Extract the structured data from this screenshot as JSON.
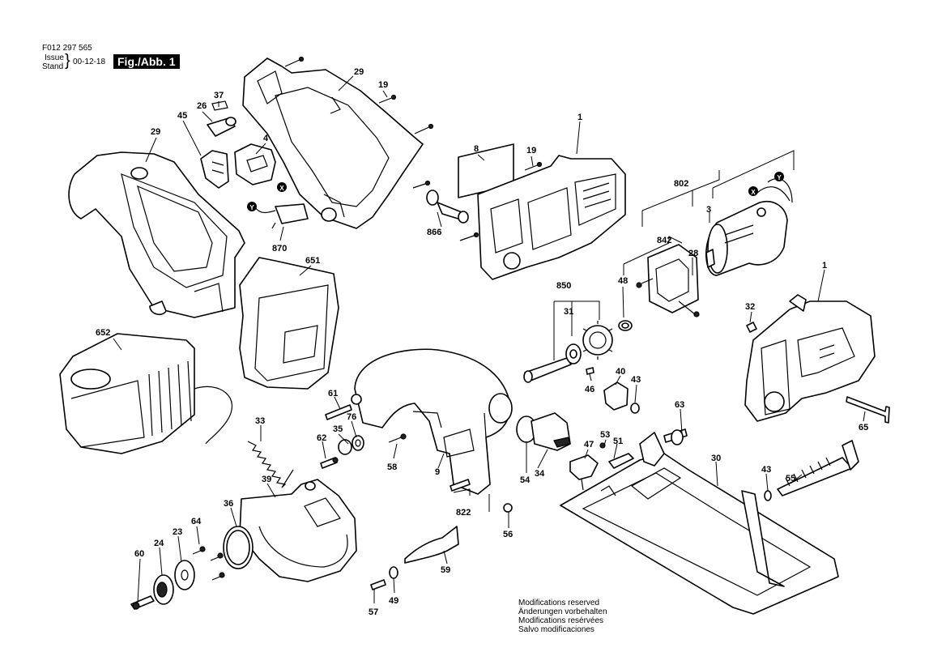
{
  "header": {
    "part_number": "F012 297 565",
    "issue_label": "Issue",
    "stand_label": "Stand",
    "issue_date": "00-12-18",
    "figure_label": "Fig./Abb. 1"
  },
  "notes": [
    "Modifications reserved",
    "Änderungen vorbehalten",
    "Modifications resérvées",
    "Salvo modificaciones"
  ],
  "wire_markers": {
    "x": "X",
    "y": "Y"
  },
  "callouts": [
    "29",
    "19",
    "37",
    "26",
    "45",
    "4",
    "29",
    "8",
    "19",
    "1",
    "866",
    "870",
    "651",
    "802",
    "3",
    "842",
    "28",
    "48",
    "1",
    "32",
    "850",
    "31",
    "46",
    "40",
    "43",
    "652",
    "61",
    "76",
    "35",
    "62",
    "33",
    "58",
    "9",
    "822",
    "54",
    "34",
    "63",
    "53",
    "51",
    "47",
    "30",
    "55",
    "43",
    "65",
    "39",
    "36",
    "64",
    "23",
    "24",
    "60",
    "56",
    "59",
    "57",
    "49"
  ]
}
